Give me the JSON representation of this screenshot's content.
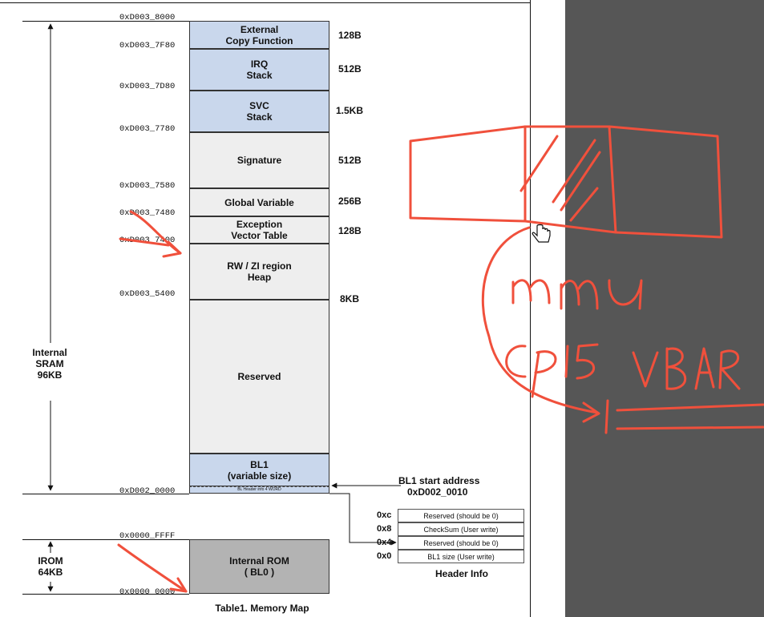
{
  "memory_blocks": [
    {
      "label": "External\nCopy Function",
      "size": "128B"
    },
    {
      "label": "IRQ\nStack",
      "size": "512B"
    },
    {
      "label": "SVC\nStack",
      "size": "1.5KB"
    },
    {
      "label": "Signature",
      "size": "512B"
    },
    {
      "label": "Global Variable",
      "size": "256B"
    },
    {
      "label": "Exception\nVector Table",
      "size": "128B"
    },
    {
      "label": "RW / ZI region\nHeap",
      "size": "8KB"
    },
    {
      "label": "Reserved",
      "size": ""
    },
    {
      "label": "BL1\n(variable size)",
      "size": ""
    }
  ],
  "bl1_header_strip": "BL Header info 4 WORD",
  "addresses": [
    "0xD003_8000",
    "0xD003_7F80",
    "0xD003_7D80",
    "0xD003_7780",
    "0xD003_7580",
    "0xD003_7480",
    "0xD003_7400",
    "0xD003_5400",
    "0xD002_0000",
    "0x0000_FFFF",
    "0x0000_0000"
  ],
  "sram_label": "Internal\nSRAM\n96KB",
  "irom_label": "IROM\n64KB",
  "rom_block": "Internal ROM\n( BL0 )",
  "bl1_start": {
    "title": "BL1 start address",
    "address": "0xD002_0010"
  },
  "header_info": {
    "title": "Header Info",
    "rows": [
      {
        "offset": "0xc",
        "text": "Reserved (should be 0)"
      },
      {
        "offset": "0x8",
        "text": "CheckSum (User write)"
      },
      {
        "offset": "0x4",
        "text": "Reserved (should be 0)"
      },
      {
        "offset": "0x0",
        "text": "BL1 size (User write)"
      }
    ]
  },
  "caption": "Table1. Memory Map",
  "annotation_color": "#f0503c",
  "panel_color": "#565656"
}
